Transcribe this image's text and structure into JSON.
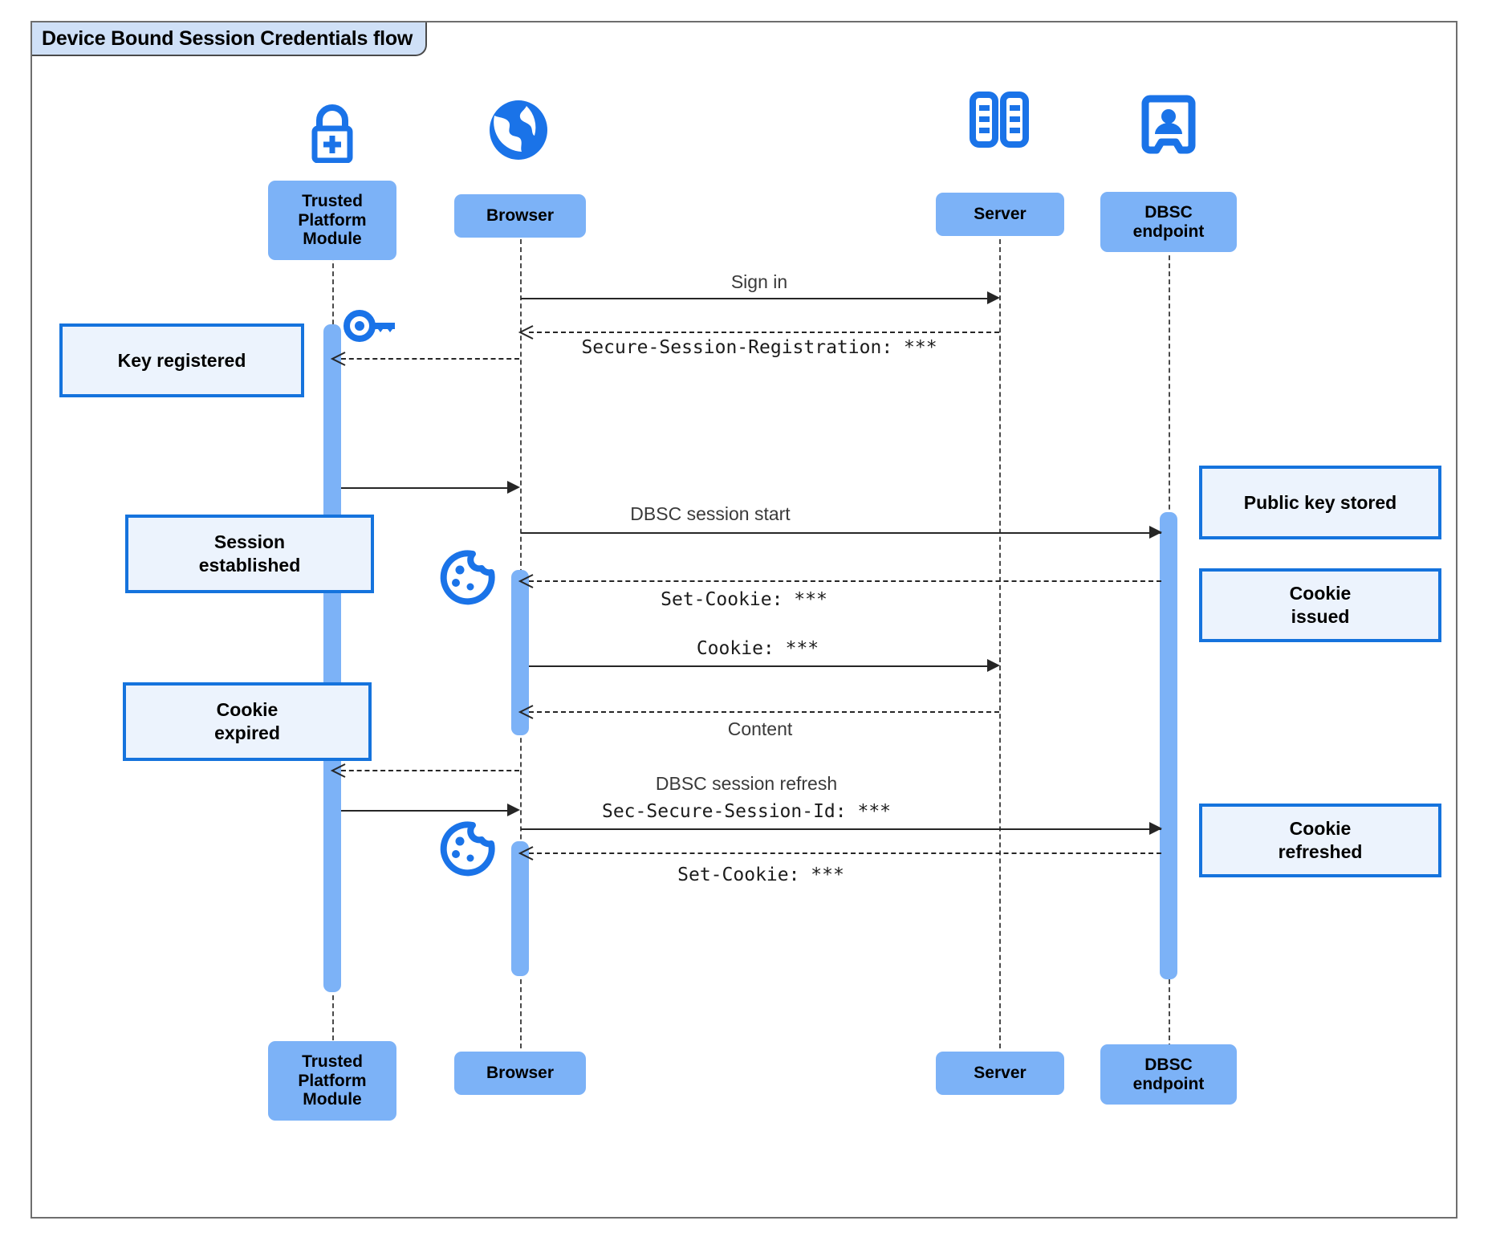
{
  "diagram": {
    "title": "Device Bound Session Credentials flow",
    "type": "sequence",
    "colors": {
      "participant_fill": "#7cb2f7",
      "note_fill": "#ecf3fd",
      "note_border": "#1573dd",
      "icon_blue": "#1a73e8",
      "frame_border": "#6e6e6e",
      "title_fill": "#cfe0f7",
      "line": "#262626"
    }
  },
  "participants": [
    {
      "id": "tpm",
      "label": "Trusted\nPlatform\nModule",
      "label_top": "Trusted Platform Module",
      "icon": "lock-plus-icon"
    },
    {
      "id": "browser",
      "label": "Browser",
      "icon": "globe-icon"
    },
    {
      "id": "server",
      "label": "Server",
      "icon": "server-racks-icon"
    },
    {
      "id": "dbsc",
      "label": "DBSC\nendpoint",
      "icon": "id-badge-icon"
    }
  ],
  "participant_labels": {
    "tpm_line1": "Trusted",
    "tpm_line2": "Platform",
    "tpm_line3": "Module",
    "browser": "Browser",
    "server": "Server",
    "dbsc_line1": "DBSC",
    "dbsc_line2": "endpoint"
  },
  "messages": [
    {
      "id": "m1",
      "from": "browser",
      "to": "server",
      "text": "Sign in",
      "style": "solid",
      "font": "sans"
    },
    {
      "id": "m2",
      "from": "server",
      "to": "browser",
      "text": "Secure-Session-Registration: ***",
      "style": "dashed",
      "font": "mono"
    },
    {
      "id": "m3",
      "from": "browser",
      "to": "tpm",
      "text": "",
      "style": "dashed",
      "font": "mono"
    },
    {
      "id": "m4",
      "from": "tpm",
      "to": "browser",
      "text": "",
      "style": "solid",
      "font": "sans"
    },
    {
      "id": "m5",
      "from": "browser",
      "to": "dbsc",
      "text": "DBSC session start",
      "style": "solid",
      "font": "sans"
    },
    {
      "id": "m6",
      "from": "dbsc",
      "to": "browser",
      "text": "Set-Cookie: ***",
      "style": "dashed",
      "font": "mono"
    },
    {
      "id": "m7",
      "from": "browser",
      "to": "server",
      "text": "Cookie: ***",
      "style": "solid",
      "font": "mono"
    },
    {
      "id": "m8",
      "from": "server",
      "to": "browser",
      "text": "Content",
      "style": "dashed",
      "font": "sans"
    },
    {
      "id": "m9",
      "from": "browser",
      "to": "tpm",
      "text": "",
      "style": "dashed",
      "font": "mono"
    },
    {
      "id": "m10",
      "from": "tpm",
      "to": "browser",
      "text": "",
      "style": "solid",
      "font": "sans"
    },
    {
      "id": "m11",
      "from": "browser",
      "to": "dbsc",
      "text": "DBSC session refresh",
      "style": "solid",
      "font": "sans"
    },
    {
      "id": "m12",
      "from": "browser",
      "to": "dbsc",
      "text": "Sec-Secure-Session-Id: ***",
      "style": "solid",
      "font": "mono"
    },
    {
      "id": "m13",
      "from": "dbsc",
      "to": "browser",
      "text": "Set-Cookie: ***",
      "style": "dashed",
      "font": "mono"
    }
  ],
  "notes": [
    {
      "id": "n1",
      "side": "left",
      "text": "Key registered",
      "lines": [
        "Key registered"
      ]
    },
    {
      "id": "n2",
      "side": "left",
      "text": "Session established",
      "lines": [
        "Session",
        "established"
      ]
    },
    {
      "id": "n3",
      "side": "left",
      "text": "Cookie expired",
      "lines": [
        "Cookie",
        "expired"
      ]
    },
    {
      "id": "n4",
      "side": "right",
      "text": "Public key stored",
      "lines": [
        "Public key stored"
      ]
    },
    {
      "id": "n5",
      "side": "right",
      "text": "Cookie issued",
      "lines": [
        "Cookie",
        "issued"
      ]
    },
    {
      "id": "n6",
      "side": "right",
      "text": "Cookie refreshed",
      "lines": [
        "Cookie",
        "refreshed"
      ]
    }
  ],
  "inline_icons": [
    {
      "id": "i1",
      "name": "key-icon",
      "near": "tpm"
    },
    {
      "id": "i2",
      "name": "cookie-icon",
      "near": "browser"
    },
    {
      "id": "i3",
      "name": "cookie-icon",
      "near": "browser"
    }
  ]
}
